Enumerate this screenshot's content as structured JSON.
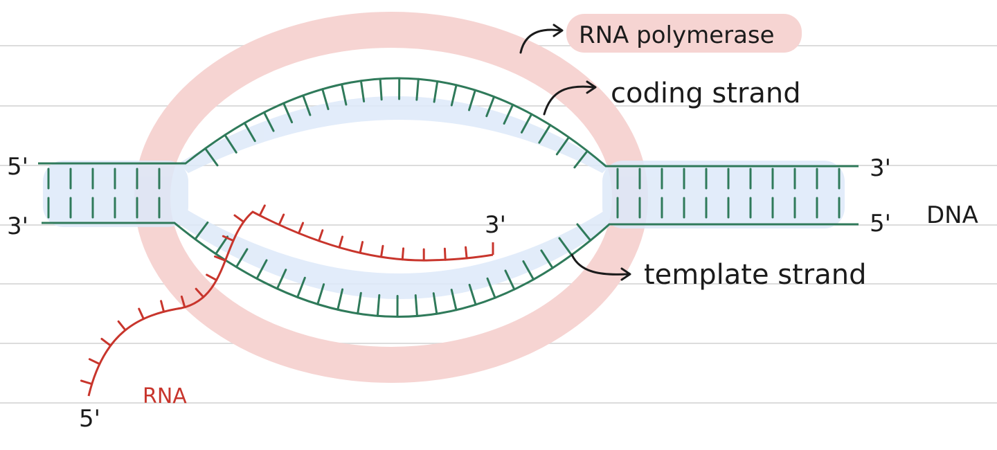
{
  "labels": {
    "rna_polymerase": "RNA polymerase",
    "coding_strand": "coding strand",
    "template_strand": "template strand",
    "dna": "DNA",
    "rna": "RNA",
    "left_top_end": "5'",
    "left_bottom_end": "3'",
    "right_top_end": "3'",
    "right_bottom_end": "5'",
    "rna_3_end": "3'",
    "rna_5_end": "5'"
  },
  "colors": {
    "dna_strand": "#2f7a5a",
    "rna_strand": "#c8352c",
    "polymerase": "#f6d4d2",
    "bubble_highlight": "#dde9f9",
    "ruled_line": "#dcdcdc",
    "text": "#1b1b1b"
  }
}
